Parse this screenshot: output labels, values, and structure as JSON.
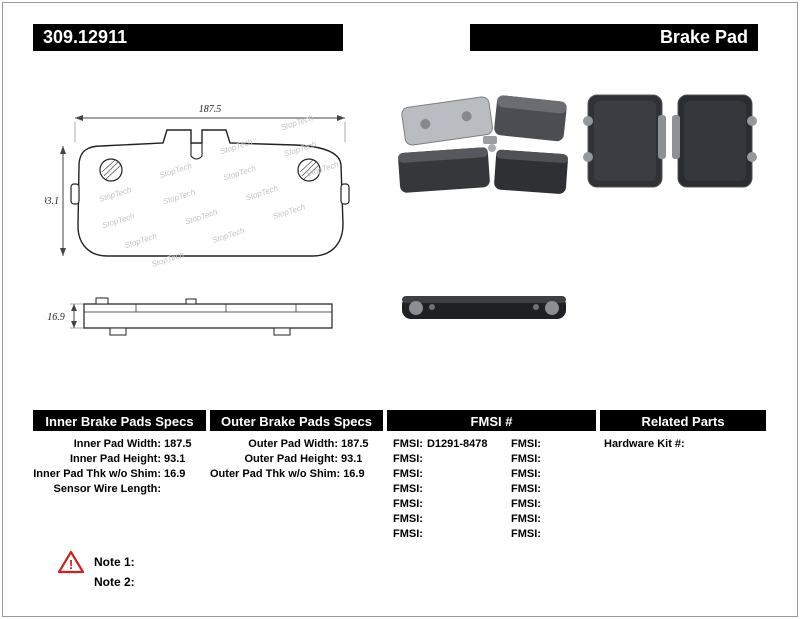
{
  "header": {
    "part_number": "309.12911",
    "title": "Brake Pad"
  },
  "diagram": {
    "width_dim": "187.5",
    "height_dim": "93.1",
    "thickness_dim": "16.9",
    "watermark": "StopTech"
  },
  "tables": {
    "inner": {
      "title": "Inner Brake Pads Specs",
      "rows": [
        {
          "label": "Inner Pad Width:",
          "value": "187.5"
        },
        {
          "label": "Inner Pad Height:",
          "value": "93.1"
        },
        {
          "label": "Inner Pad Thk w/o Shim:",
          "value": "16.9"
        },
        {
          "label": "Sensor Wire Length:",
          "value": ""
        }
      ]
    },
    "outer": {
      "title": "Outer Brake Pads Specs",
      "rows": [
        {
          "label": "Outer Pad Width:",
          "value": "187.5"
        },
        {
          "label": "Outer Pad Height:",
          "value": "93.1"
        },
        {
          "label": "Outer Pad Thk w/o Shim:",
          "value": "16.9"
        }
      ]
    },
    "fmsi": {
      "title": "FMSI #",
      "rows": [
        {
          "l_label": "FMSI:",
          "l_value": "D1291-8478",
          "r_label": "FMSI:",
          "r_value": ""
        },
        {
          "l_label": "FMSI:",
          "l_value": "",
          "r_label": "FMSI:",
          "r_value": ""
        },
        {
          "l_label": "FMSI:",
          "l_value": "",
          "r_label": "FMSI:",
          "r_value": ""
        },
        {
          "l_label": "FMSI:",
          "l_value": "",
          "r_label": "FMSI:",
          "r_value": ""
        },
        {
          "l_label": "FMSI:",
          "l_value": "",
          "r_label": "FMSI:",
          "r_value": ""
        },
        {
          "l_label": "FMSI:",
          "l_value": "",
          "r_label": "FMSI:",
          "r_value": ""
        },
        {
          "l_label": "FMSI:",
          "l_value": "",
          "r_label": "FMSI:",
          "r_value": ""
        }
      ]
    },
    "related": {
      "title": "Related Parts",
      "rows": [
        {
          "label": "Hardware Kit #:",
          "value": ""
        }
      ]
    }
  },
  "notes": [
    {
      "label": "Note 1:"
    },
    {
      "label": "Note 2:"
    }
  ]
}
